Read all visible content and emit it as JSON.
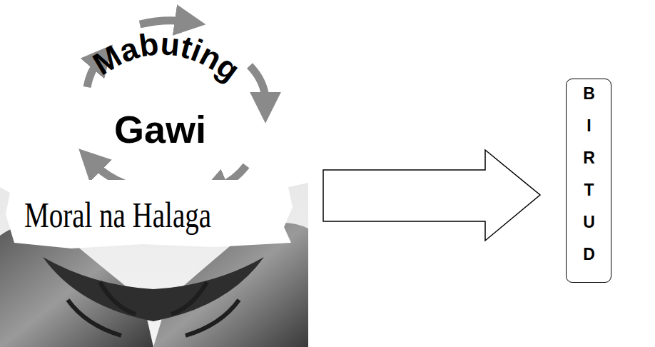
{
  "diagram": {
    "nodes": [
      {
        "text": [
          "BIRTUD"
        ]
      }
    ],
    "labels": [
      "Mabuting",
      "Gawi",
      "Moral na Halaga"
    ]
  }
}
